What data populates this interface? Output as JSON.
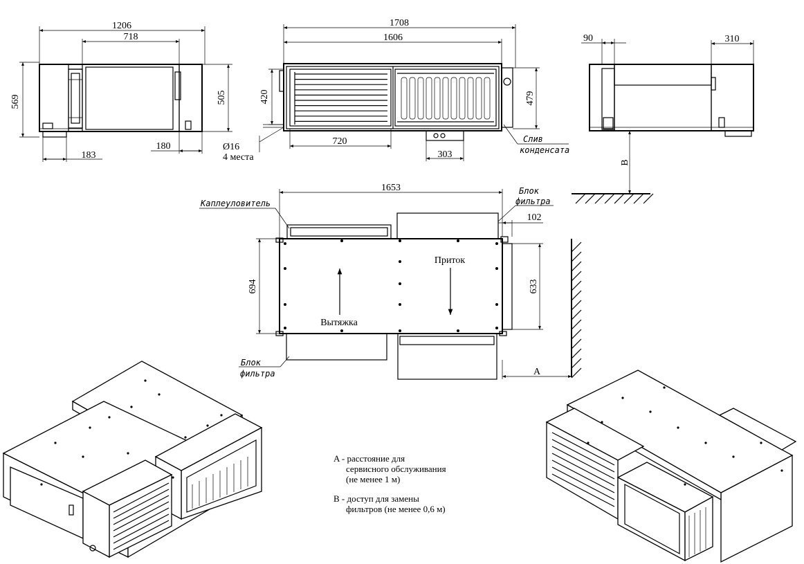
{
  "dimensions": {
    "left_view": {
      "overall_width": "1206",
      "inner_width": "718",
      "height_left": "569",
      "height_right": "505",
      "bottom_left": "183",
      "bottom_right": "180"
    },
    "front_view": {
      "overall_width": "1708",
      "inner_width": "1606",
      "height_left": "420",
      "height_right": "479",
      "bottom_coil": "720",
      "bottom_drain": "303",
      "hole": "Ø16",
      "hole_count": "4 места"
    },
    "right_view": {
      "left_offset": "90",
      "right_offset": "310",
      "clearance_label": "B"
    },
    "top_view": {
      "overall_width": "1653",
      "height_left": "694",
      "height_right": "633",
      "filter_offset": "102",
      "service_label": "A"
    }
  },
  "labels": {
    "drain": [
      "Слив",
      "конденсата"
    ],
    "drip_tray": "Каплеуловитель",
    "filter_block_top": [
      "Блок",
      "фильтра"
    ],
    "filter_block_bottom": [
      "Блок",
      "фильтра"
    ],
    "supply": "Приток",
    "exhaust": "Вытяжка"
  },
  "legend": {
    "a_line1": "A - расстояние для",
    "a_line2": "сервисного обслуживания",
    "a_line3": "(не менее 1 м)",
    "b_line1": "B - доступ для замены",
    "b_line2": "фильтров (не менее 0,6 м)"
  }
}
